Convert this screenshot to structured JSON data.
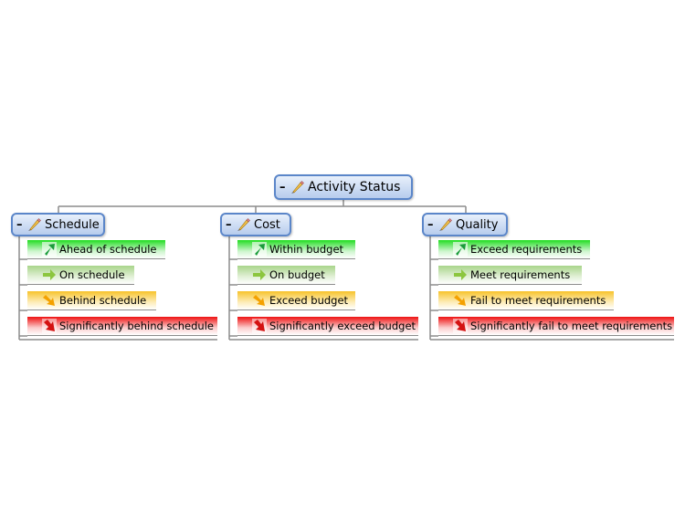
{
  "root": {
    "collapse": "–",
    "label": "Activity Status",
    "icon": "pencil-icon"
  },
  "branches": [
    {
      "id": "schedule",
      "collapse": "–",
      "label": "Schedule",
      "icon": "pencil-icon",
      "items": [
        {
          "label": "Ahead of schedule",
          "status": "ahead",
          "icon": "arrow-up-right-icon"
        },
        {
          "label": "On schedule",
          "status": "on",
          "icon": "arrow-right-icon"
        },
        {
          "label": "Behind schedule",
          "status": "behind",
          "icon": "arrow-down-right-icon"
        },
        {
          "label": "Significantly behind schedule",
          "status": "sig",
          "icon": "arrow-down-icon"
        }
      ]
    },
    {
      "id": "cost",
      "collapse": "–",
      "label": "Cost",
      "icon": "pencil-icon",
      "items": [
        {
          "label": "Within budget",
          "status": "ahead",
          "icon": "arrow-up-right-icon"
        },
        {
          "label": "On budget",
          "status": "on",
          "icon": "arrow-right-icon"
        },
        {
          "label": "Exceed budget",
          "status": "behind",
          "icon": "arrow-down-right-icon"
        },
        {
          "label": "Significantly exceed budget",
          "status": "sig",
          "icon": "arrow-down-icon"
        }
      ]
    },
    {
      "id": "quality",
      "collapse": "–",
      "label": "Quality",
      "icon": "pencil-icon",
      "items": [
        {
          "label": "Exceed requirements",
          "status": "ahead",
          "icon": "arrow-up-right-icon"
        },
        {
          "label": "Meet requirements",
          "status": "on",
          "icon": "arrow-right-icon"
        },
        {
          "label": "Fail to meet requirements",
          "status": "behind",
          "icon": "arrow-down-right-icon"
        },
        {
          "label": "Significantly fail to meet requirements",
          "status": "sig",
          "icon": "arrow-down-icon"
        }
      ]
    }
  ],
  "colors": {
    "topic_border": "#5b86c9",
    "connector": "#8c8c8c",
    "ahead": "#22dd22",
    "on": "#a8d58a",
    "behind": "#f7c32b",
    "sig": "#ee1111"
  }
}
